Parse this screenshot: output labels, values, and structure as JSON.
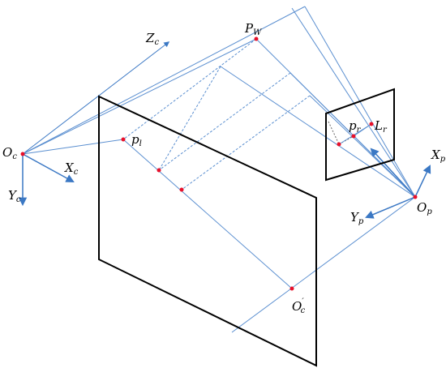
{
  "labels": {
    "oc": {
      "main": "O",
      "sub": "c"
    },
    "zc": {
      "main": "Z",
      "sub": "c"
    },
    "xc": {
      "main": "X",
      "sub": "c"
    },
    "yc": {
      "main": "Y",
      "sub": "c"
    },
    "pw": {
      "main": "P",
      "sub": "W"
    },
    "pl": {
      "main": "p",
      "sub": "l"
    },
    "pr": {
      "main": "p",
      "sub": "r"
    },
    "lr": {
      "main": "L",
      "sub": "r"
    },
    "op": {
      "main": "O",
      "sub": "p"
    },
    "xp": {
      "main": "X",
      "sub": "p"
    },
    "yp": {
      "main": "Y",
      "sub": "p"
    },
    "ocp": {
      "main": "O",
      "sub": "c",
      "prime": "′"
    }
  },
  "colors": {
    "ray": "#5b8fd0",
    "axis": "#3b78c4",
    "point": "#e8102a",
    "frame": "#000000"
  }
}
